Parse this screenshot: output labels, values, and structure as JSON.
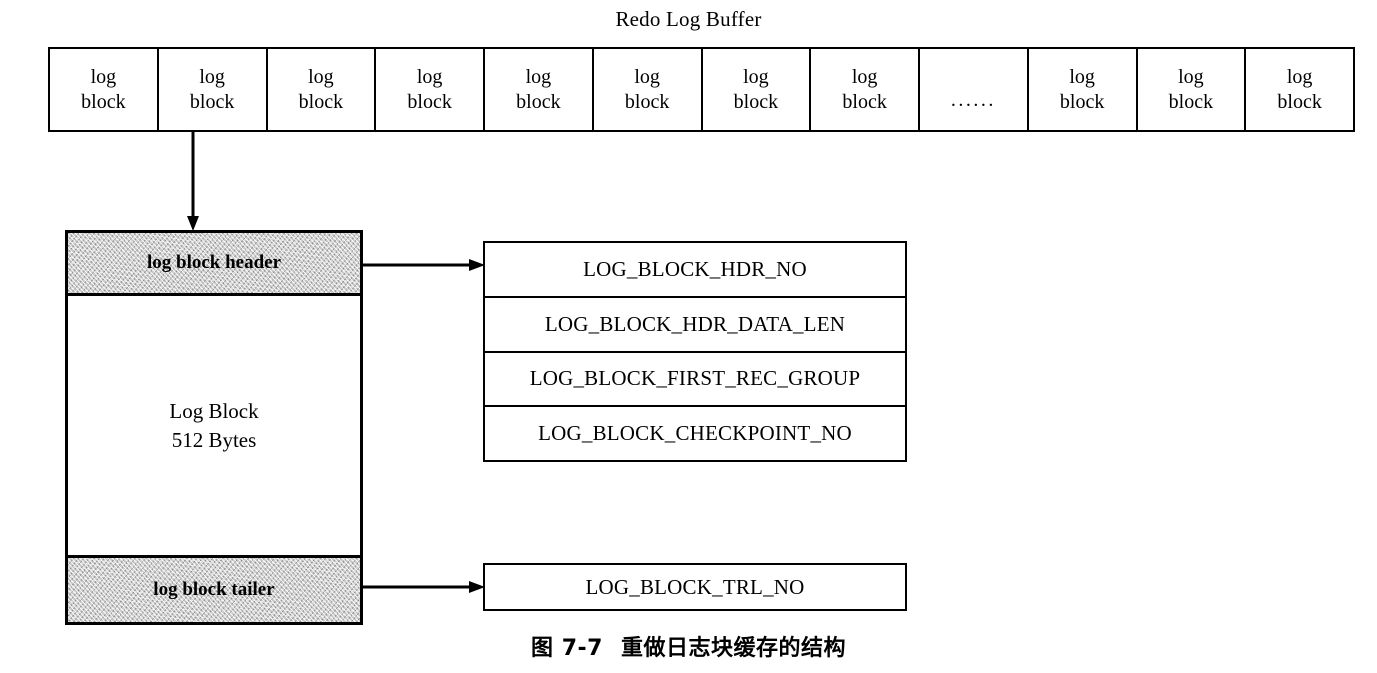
{
  "figure": {
    "buffer_title": "Redo Log Buffer",
    "caption_number": "图 7-7",
    "caption_text": "重做日志块缓存的结构"
  },
  "buffer": {
    "cells": [
      {
        "line1": "log",
        "line2": "block"
      },
      {
        "line1": "log",
        "line2": "block"
      },
      {
        "line1": "log",
        "line2": "block"
      },
      {
        "line1": "log",
        "line2": "block"
      },
      {
        "line1": "log",
        "line2": "block"
      },
      {
        "line1": "log",
        "line2": "block"
      },
      {
        "line1": "log",
        "line2": "block"
      },
      {
        "line1": "log",
        "line2": "block"
      },
      {
        "ellipsis": "......"
      },
      {
        "line1": "log",
        "line2": "block"
      },
      {
        "line1": "log",
        "line2": "block"
      },
      {
        "line1": "log",
        "line2": "block"
      }
    ]
  },
  "log_block": {
    "header_band": "log block header",
    "body_line1": "Log Block",
    "body_line2": "512 Bytes",
    "tailer_band": "log block tailer"
  },
  "header_fields": [
    "LOG_BLOCK_HDR_NO",
    "LOG_BLOCK_HDR_DATA_LEN",
    "LOG_BLOCK_FIRST_REC_GROUP",
    "LOG_BLOCK_CHECKPOINT_NO"
  ],
  "trailer_field": "LOG_BLOCK_TRL_NO",
  "colors": {
    "stroke": "#000000",
    "band_fill": "#c9c9c9",
    "page_bg": "#ffffff"
  }
}
